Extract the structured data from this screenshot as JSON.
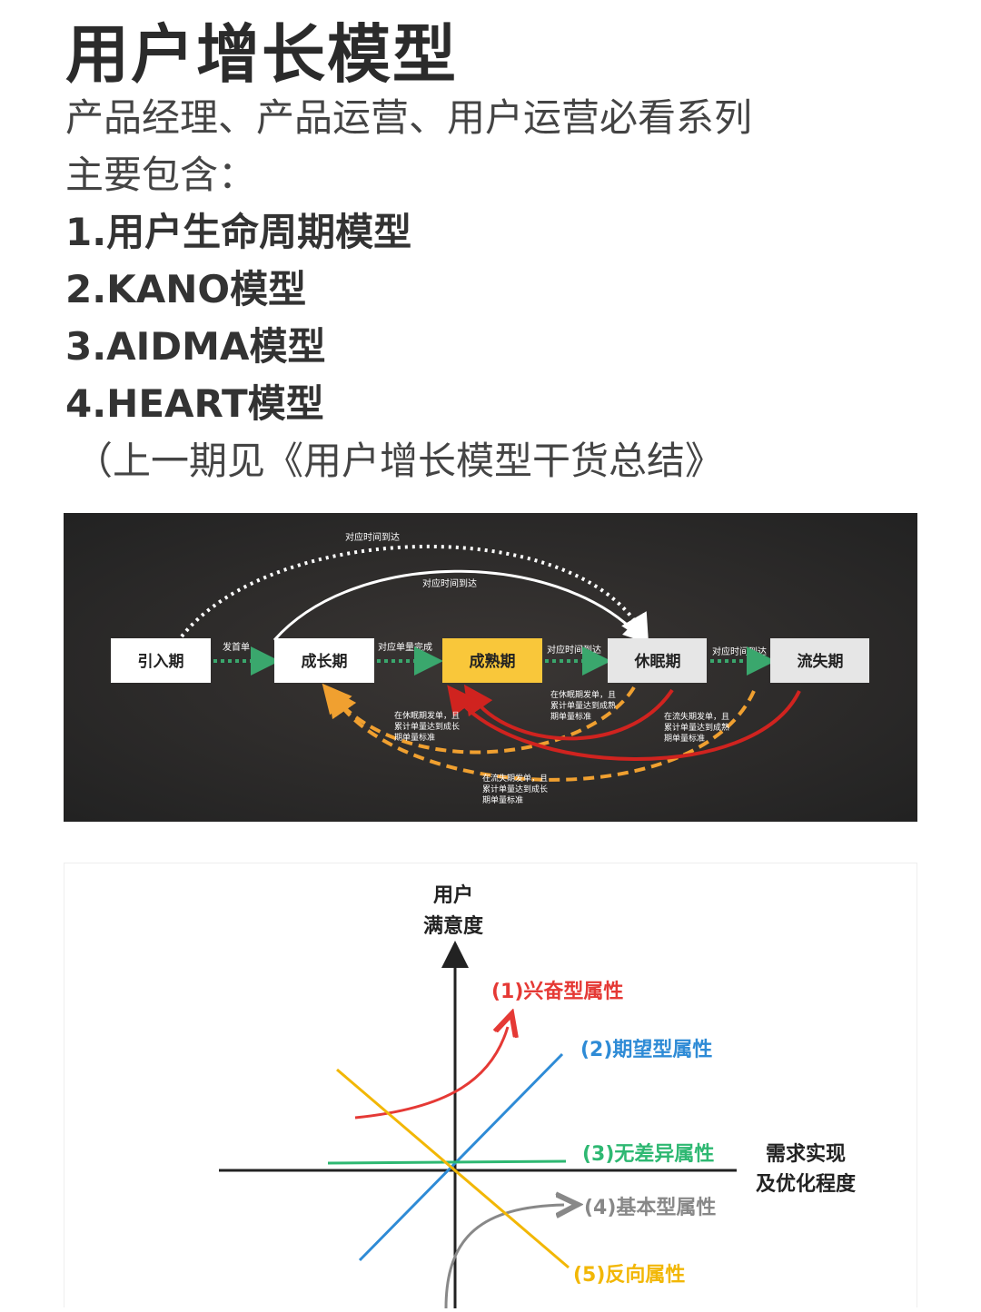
{
  "title": "用户增长模型",
  "lines": [
    "产品经理、产品运营、用户运营必看系列",
    "主要包含：",
    "1.用户生命周期模型",
    "2.KANO模型",
    "3.AIDMA模型",
    "4.HEART模型",
    "（上一期见《用户增长模型干货总结》"
  ],
  "lifecycle": {
    "stages": [
      "引入期",
      "成长期",
      "成熟期",
      "休眠期",
      "流失期"
    ],
    "highlight_color": "#f9c73a",
    "transitions": [
      "发首单",
      "对应单量完成",
      "对应时间到达",
      "对应时间到达"
    ],
    "arc_top_dotted": "对应时间到达",
    "arc_top_solid": "对应时间到达",
    "notes": {
      "dormant_to_growth": [
        "在休眠期发单，且",
        "累计单量达到成长",
        "期单量标准"
      ],
      "dormant_to_mature": [
        "在休眠期发单，且",
        "累计单量达到成熟",
        "期单量标准"
      ],
      "churn_to_mature": [
        "在流失期发单，且",
        "累计单量达到成熟",
        "期单量标准"
      ],
      "churn_to_growth": [
        "在流失期发单，且",
        "累计单量达到成长",
        "期单量标准"
      ]
    }
  },
  "kano": {
    "y_label": [
      "用户",
      "满意度"
    ],
    "x_label": [
      "需求实现",
      "及优化程度"
    ],
    "series": [
      {
        "label": "(1)兴奋型属性",
        "color": "#e53935"
      },
      {
        "label": "(2)期望型属性",
        "color": "#2e8bd6"
      },
      {
        "label": "(3)无差异属性",
        "color": "#2eb872"
      },
      {
        "label": "(4)基本型属性",
        "color": "#888888"
      },
      {
        "label": "(5)反向属性",
        "color": "#f2b705"
      }
    ]
  }
}
